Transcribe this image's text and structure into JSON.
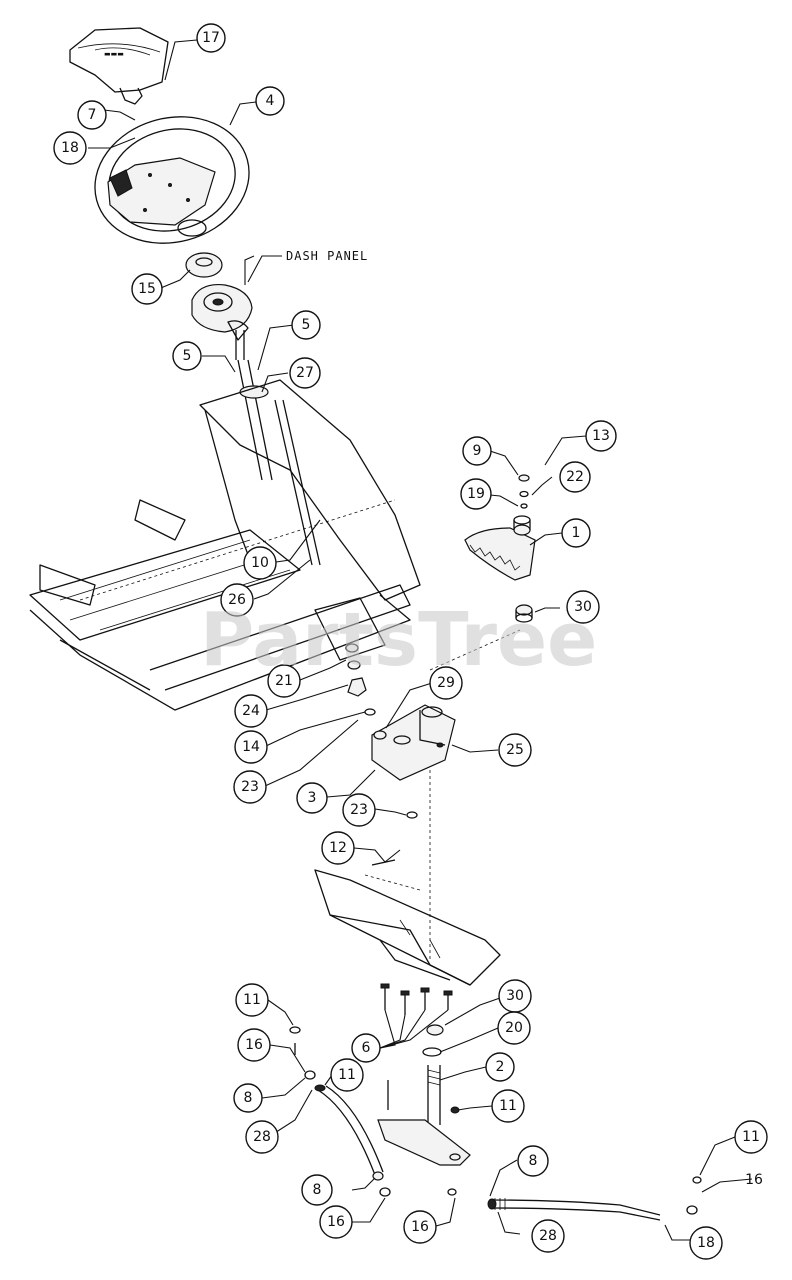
{
  "watermark": "PartsTree",
  "dash_panel_label": "DASH PANEL",
  "callouts": [
    {
      "id": "c17",
      "label": "17"
    },
    {
      "id": "c7",
      "label": "7"
    },
    {
      "id": "c4",
      "label": "4"
    },
    {
      "id": "c18a",
      "label": "18"
    },
    {
      "id": "c15",
      "label": "15"
    },
    {
      "id": "c5a",
      "label": "5"
    },
    {
      "id": "c5b",
      "label": "5"
    },
    {
      "id": "c27",
      "label": "27"
    },
    {
      "id": "c13",
      "label": "13"
    },
    {
      "id": "c9",
      "label": "9"
    },
    {
      "id": "c22",
      "label": "22"
    },
    {
      "id": "c19",
      "label": "19"
    },
    {
      "id": "c1",
      "label": "1"
    },
    {
      "id": "c10",
      "label": "10"
    },
    {
      "id": "c26",
      "label": "26"
    },
    {
      "id": "c30a",
      "label": "30"
    },
    {
      "id": "c21",
      "label": "21"
    },
    {
      "id": "c24",
      "label": "24"
    },
    {
      "id": "c14",
      "label": "14"
    },
    {
      "id": "c29",
      "label": "29"
    },
    {
      "id": "c25",
      "label": "25"
    },
    {
      "id": "c23a",
      "label": "23"
    },
    {
      "id": "c3",
      "label": "3"
    },
    {
      "id": "c23b",
      "label": "23"
    },
    {
      "id": "c12",
      "label": "12"
    },
    {
      "id": "c11a",
      "label": "11"
    },
    {
      "id": "c30b",
      "label": "30"
    },
    {
      "id": "c16a",
      "label": "16"
    },
    {
      "id": "c20",
      "label": "20"
    },
    {
      "id": "c6",
      "label": "6"
    },
    {
      "id": "c2",
      "label": "2"
    },
    {
      "id": "c8a",
      "label": "8"
    },
    {
      "id": "c11b",
      "label": "11"
    },
    {
      "id": "c11c",
      "label": "11"
    },
    {
      "id": "c28a",
      "label": "28"
    },
    {
      "id": "c8b",
      "label": "8"
    },
    {
      "id": "c8c",
      "label": "8"
    },
    {
      "id": "c11d",
      "label": "11"
    },
    {
      "id": "c16b",
      "label": "16"
    },
    {
      "id": "c16c",
      "label": "16"
    },
    {
      "id": "c16d",
      "label": "16"
    },
    {
      "id": "c28b",
      "label": "28"
    },
    {
      "id": "c18b",
      "label": "18"
    }
  ]
}
